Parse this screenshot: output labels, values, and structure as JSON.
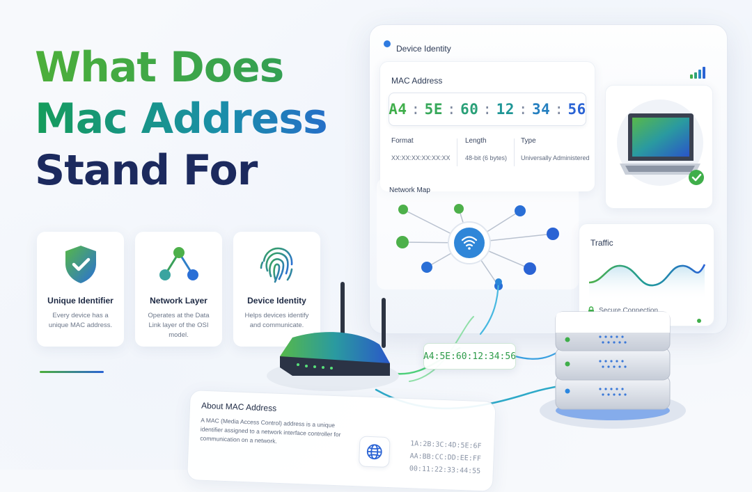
{
  "headline": {
    "line1": "What Does",
    "line2": "Mac Address",
    "line3": "Stand For"
  },
  "features": [
    {
      "title": "Unique Identifier",
      "desc": "Every device has a unique MAC address.",
      "icon": "shield-check-icon"
    },
    {
      "title": "Network Layer",
      "desc": "Operates at the Data Link layer of the OSI model.",
      "icon": "network-nodes-icon"
    },
    {
      "title": "Device Identity",
      "desc": "Helps devices identify and communicate.",
      "icon": "fingerprint-icon"
    }
  ],
  "panel": {
    "title": "Device Identity",
    "mac_card": {
      "label": "MAC Address",
      "octets": [
        "A4",
        "5E",
        "60",
        "12",
        "34",
        "56"
      ],
      "separator": ":",
      "format_label": "Format",
      "format_value": "XX:XX:XX:XX:XX:XX",
      "length_label": "Length",
      "length_value": "48-bit (6 bytes)",
      "type_label": "Type",
      "type_value": "Universally Administered"
    },
    "network_map_label": "Network Map",
    "traffic": {
      "label": "Traffic",
      "secure_label": "Secure Connection"
    }
  },
  "mac_tag": "A4:5E:60:12:34:56",
  "about": {
    "title": "About MAC Address",
    "desc": "A MAC (Media Access Control) address is a unique identifier assigned to a network interface controller for communication on a network.",
    "mac_list": [
      "1A:2B:3C:4D:5E:6F",
      "AA:BB:CC:DD:EE:FF",
      "00:11:22:33:44:55"
    ]
  },
  "colors": {
    "green": "#3fae4a",
    "teal": "#1a8fa8",
    "blue": "#2a63d4",
    "navy": "#1c2a5e"
  }
}
